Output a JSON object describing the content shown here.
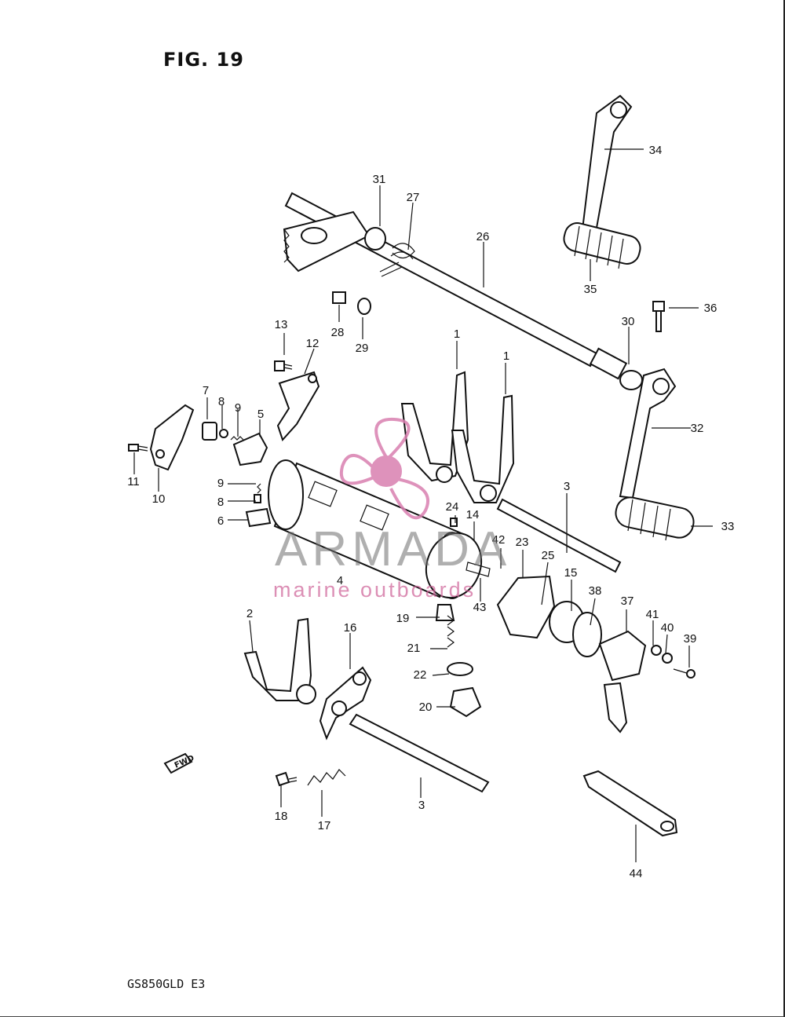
{
  "header": {
    "title": "FIG. 19"
  },
  "footer": {
    "model": "GS850GLD E3",
    "fwd_label": "FWD"
  },
  "watermark": {
    "brand": "ARMADA",
    "tagline": "marine outboards",
    "accent_color": "#d97fb0"
  },
  "callouts": [
    {
      "label": "1"
    },
    {
      "label": "1"
    },
    {
      "label": "2"
    },
    {
      "label": "3"
    },
    {
      "label": "3"
    },
    {
      "label": "4"
    },
    {
      "label": "5"
    },
    {
      "label": "6"
    },
    {
      "label": "7"
    },
    {
      "label": "8"
    },
    {
      "label": "8"
    },
    {
      "label": "9"
    },
    {
      "label": "9"
    },
    {
      "label": "10"
    },
    {
      "label": "11"
    },
    {
      "label": "12"
    },
    {
      "label": "13"
    },
    {
      "label": "14"
    },
    {
      "label": "15"
    },
    {
      "label": "16"
    },
    {
      "label": "17"
    },
    {
      "label": "18"
    },
    {
      "label": "19"
    },
    {
      "label": "20"
    },
    {
      "label": "21"
    },
    {
      "label": "22"
    },
    {
      "label": "23"
    },
    {
      "label": "24"
    },
    {
      "label": "25"
    },
    {
      "label": "26"
    },
    {
      "label": "27"
    },
    {
      "label": "28"
    },
    {
      "label": "29"
    },
    {
      "label": "30"
    },
    {
      "label": "31"
    },
    {
      "label": "32"
    },
    {
      "label": "33"
    },
    {
      "label": "34"
    },
    {
      "label": "35"
    },
    {
      "label": "36"
    },
    {
      "label": "37"
    },
    {
      "label": "38"
    },
    {
      "label": "39"
    },
    {
      "label": "40"
    },
    {
      "label": "41"
    },
    {
      "label": "42"
    },
    {
      "label": "43"
    },
    {
      "label": "44"
    }
  ]
}
